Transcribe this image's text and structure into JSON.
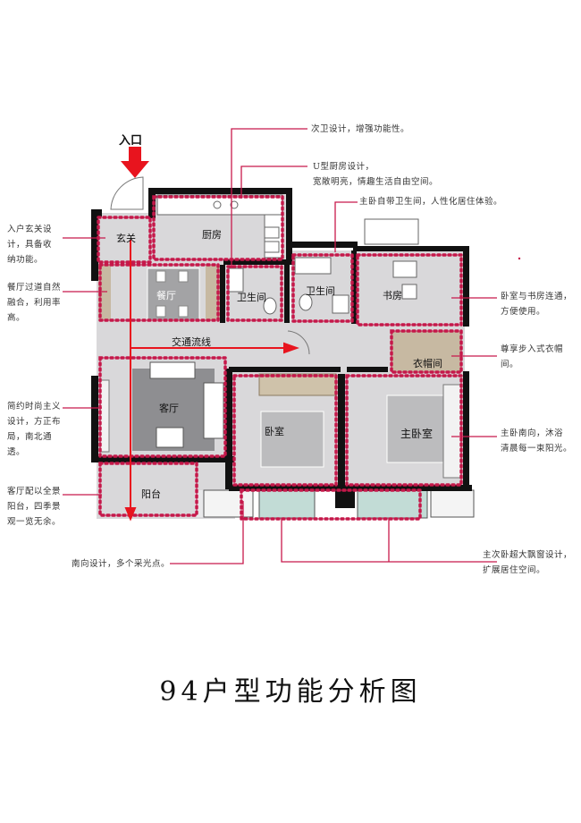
{
  "title": "94户型功能分析图",
  "entry_label": "入口",
  "rooms": {
    "foyer": "玄关",
    "kitchen": "厨房",
    "dining": "餐厅",
    "bath1": "卫生间",
    "bath2": "卫生间",
    "study": "书房",
    "wardrobe": "衣帽间",
    "living": "客厅",
    "bedroom": "卧室",
    "master": "主卧室",
    "balcony": "阳台",
    "circulation": "交通流线"
  },
  "annotations": {
    "foyer": "入户玄关设\n计，具备收\n纳功能。",
    "dining": "餐厅过道自然\n融合，利用率\n高。",
    "living": "简约时尚主义\n设计，方正布\n局，南北通透。",
    "balcony": "客厅配以全景\n阳台，四季景\n观一览无余。",
    "south": "南向设计，多个采光点。",
    "secondary_bath": "次卫设计，增强功能性。",
    "kitchen": "U型厨房设计，\n宽敞明亮，情趣生活自由空间。",
    "master_bath": "主卧自带卫生间，人性化居住体验。",
    "bedroom_study": "卧室与书房连通，\n方便使用。",
    "walkin": "尊享步入式衣帽\n间。",
    "master_south": "主卧南向，沐浴\n清晨每一束阳光。",
    "bay_window": "主次卧超大飘窗设计，\n扩展居住空间。"
  },
  "colors": {
    "wall": "#111111",
    "floor": "#d9d8da",
    "zone_border": "#c5184a",
    "leader_line": "#c8194c",
    "flow_arrow": "#e8141e",
    "wood": "#c7b9a2",
    "window_glass": "#c2dcd6"
  }
}
